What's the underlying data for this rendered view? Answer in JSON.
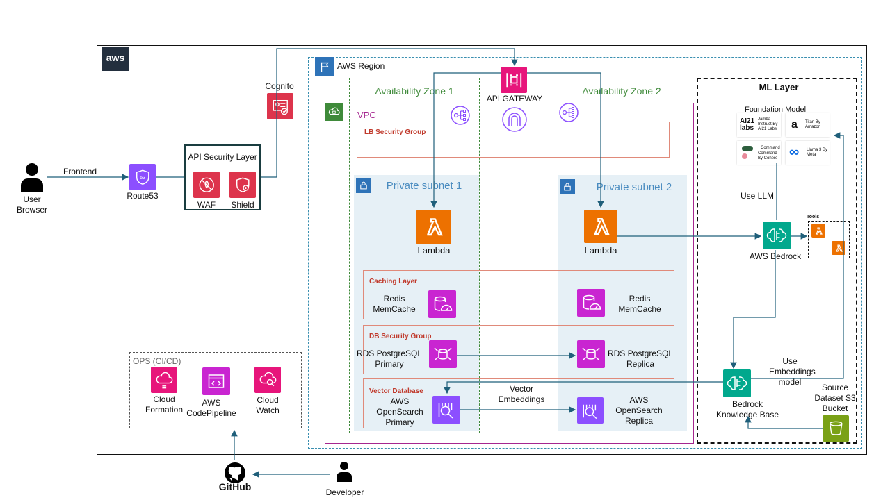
{
  "aws_logo": "aws",
  "region_label": "AWS Region",
  "az1_label": "Availability Zone 1",
  "az2_label": "Availability Zone 2",
  "vpc_label": "VPC",
  "lb_sg_label": "LB Security Group",
  "private_subnet1_label": "Private subnet 1",
  "private_subnet2_label": "Private subnet 2",
  "api_gateway_label": "API GATEWAY",
  "lambda1_label": "Lambda",
  "lambda2_label": "Lambda",
  "caching_layer_label": "Caching Layer",
  "redis1_label": "Redis\nMemCache",
  "redis2_label": "Redis\nMemCache",
  "db_sg_label": "DB Security Group",
  "rds_primary_label": "RDS PostgreSQL\nPrimary",
  "rds_replica_label": "RDS PostgreSQL\nReplica",
  "vector_db_label": "Vector Database",
  "opensearch_primary_label": "AWS\nOpenSearch\nPrimary",
  "opensearch_replica_label": "AWS\nOpenSearch\nReplica",
  "vector_embeddings_label": "Vector\nEmbeddings",
  "ml_layer_label": "ML Layer",
  "foundation_model_label": "Foundation Model",
  "models": [
    {
      "name": "AI21 labs",
      "sub": "Jamba-Instruct By AI21 Labs"
    },
    {
      "name": "a",
      "sub": "Titan By Amazon"
    },
    {
      "name": "Command",
      "sub": "Command By Cohere"
    },
    {
      "name": "∞",
      "sub": "Llama 3 By Meta"
    }
  ],
  "use_llm_label": "Use LLM",
  "tools_label": "Tools",
  "bedrock_label": "AWS Bedrock",
  "use_embeddings_label": "Use\nEmbeddings\nmodel",
  "kb_label": "Bedrock\nKnowledge Base",
  "s3_label": "Source\nDataset S3\nBucket",
  "cognito_label": "Cognito",
  "api_security_layer_label": "API Security Layer",
  "waf_label": "WAF",
  "shield_label": "Shield",
  "route53_label": "Route53",
  "frontend_label": "Frontend",
  "user_label": "User\nBrowser",
  "ops_label": "OPS (CI/CD)",
  "cloudformation_label": "Cloud\nFormation",
  "codepipeline_label": "AWS\nCodePipeline",
  "cloudwatch_label": "Cloud\nWatch",
  "github_label": "GitHub",
  "developer_label": "Developer",
  "colors": {
    "red": "#dd344c",
    "orange": "#ed7100",
    "purple": "#c925d1",
    "teal": "#01a88d",
    "green": "#7aa116",
    "blue": "#2e73b8",
    "line": "#1f5f7a"
  }
}
